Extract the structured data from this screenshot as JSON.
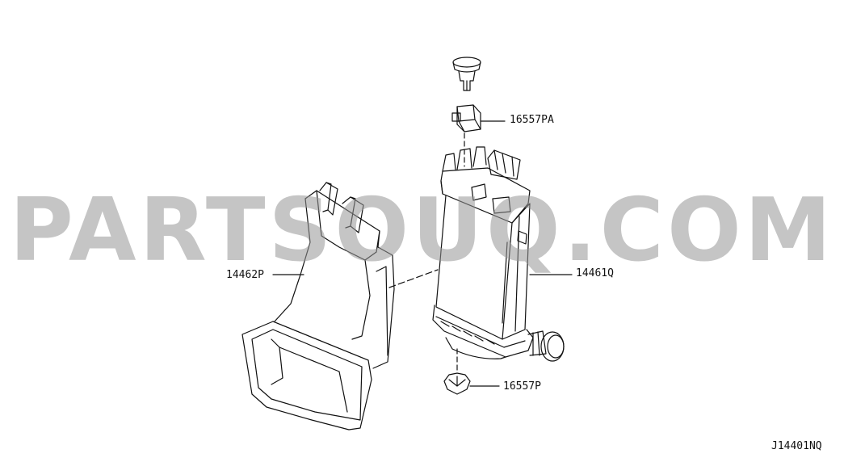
{
  "watermark": "PARTSOUQ.COM",
  "callouts": {
    "clip": "16557PA",
    "air_duct": "14462P",
    "intercooler": "14461Q",
    "grommet": "16557P"
  },
  "diagram_code": "J14401NQ",
  "colors": {
    "line": "#111111",
    "watermark": "#969696"
  }
}
